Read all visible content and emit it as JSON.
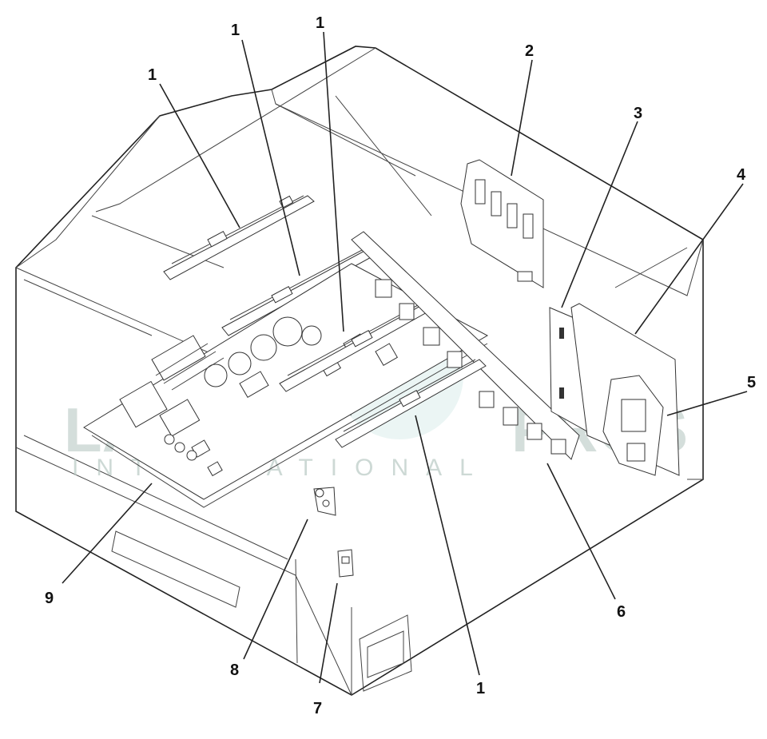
{
  "diagram": {
    "callouts": [
      {
        "id": "c1a",
        "label": "1"
      },
      {
        "id": "c1b",
        "label": "1"
      },
      {
        "id": "c1c",
        "label": "1"
      },
      {
        "id": "c2",
        "label": "2"
      },
      {
        "id": "c3",
        "label": "3"
      },
      {
        "id": "c4",
        "label": "4"
      },
      {
        "id": "c5",
        "label": "5"
      },
      {
        "id": "c6",
        "label": "6"
      },
      {
        "id": "c7",
        "label": "7"
      },
      {
        "id": "c8",
        "label": "8"
      },
      {
        "id": "c9",
        "label": "9"
      },
      {
        "id": "c1d",
        "label": "1"
      }
    ]
  },
  "watermark": {
    "line1_left": "LASER",
    "line1_right": "PROS",
    "line2": "INTERNATIONAL",
    "color": "#b9c9c4"
  }
}
